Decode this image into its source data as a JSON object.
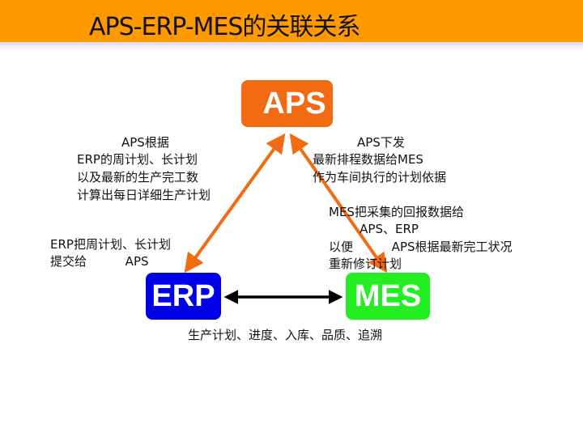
{
  "title": "APS-ERP-MES的关联关系",
  "nodes": {
    "aps": "APS",
    "erp": "ERP",
    "mes": "MES"
  },
  "colors": {
    "header": "#ff9900",
    "aps": "#f26a12",
    "erp": "#0000e6",
    "mes": "#22ee22",
    "arrow": "#f26a12"
  },
  "notes": {
    "aps_from_erp": [
      "APS根据",
      "ERP的周计划、长计划",
      "以及最新的生产完工数",
      "计算出每日详细生产计划"
    ],
    "erp_to_aps": [
      "ERP把周计划、长计划",
      "提交给          APS"
    ],
    "aps_to_mes": [
      "APS下发",
      "最新排程数据给MES",
      "作为车间执行的计划依据"
    ],
    "mes_feedback": [
      "MES把采集的回报数据给",
      "        APS、ERP",
      "以便          APS根据最新完工状况",
      "重新修订计划"
    ],
    "erp_mes": "生产计划、进度、入库、品质、追溯"
  }
}
